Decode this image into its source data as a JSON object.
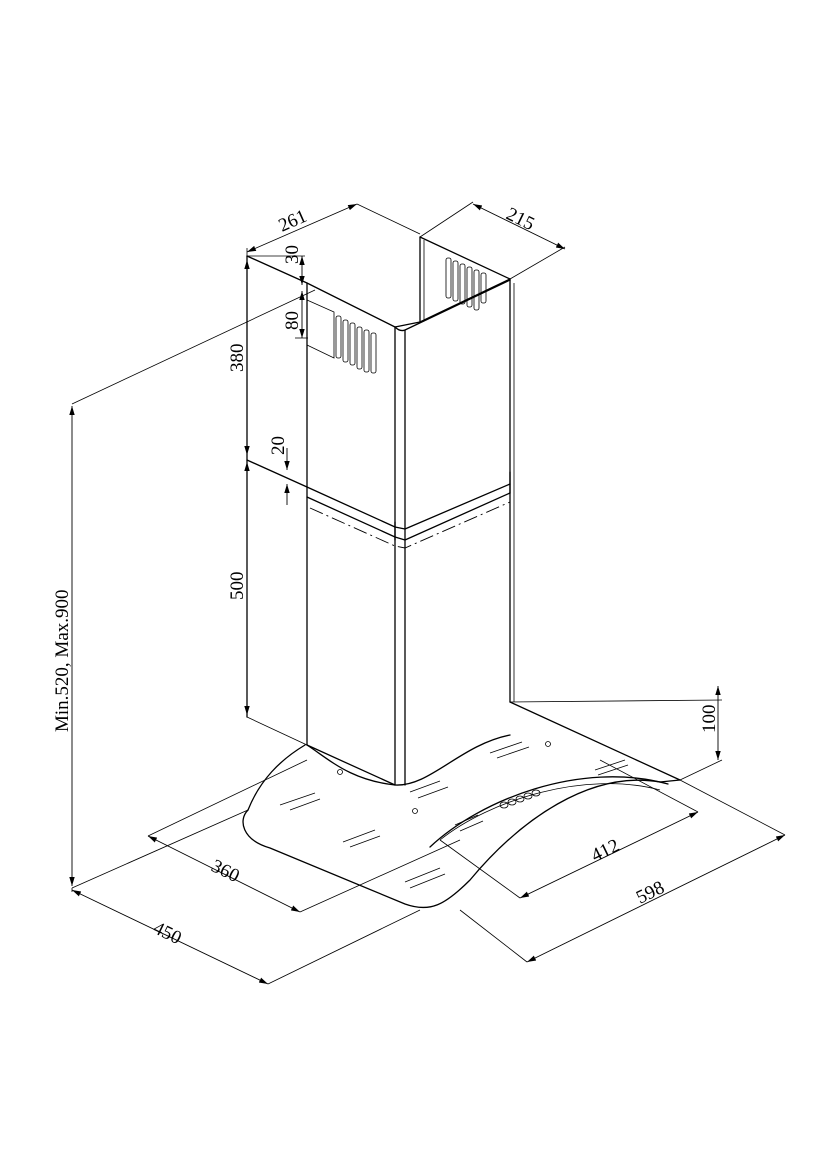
{
  "dimensions": {
    "chimney_depth": "261",
    "chimney_width": "215",
    "top_gap": "30",
    "vent_height": "80",
    "upper_chimney_height": "380",
    "overlap": "20",
    "lower_chimney_height": "500",
    "total_height_range": "Min.520, Max.900",
    "canopy_height": "100",
    "canopy_inner_depth": "360",
    "canopy_inner_width": "412",
    "canopy_depth": "450",
    "canopy_width": "598"
  },
  "colors": {
    "line": "#000000",
    "background": "#ffffff"
  }
}
